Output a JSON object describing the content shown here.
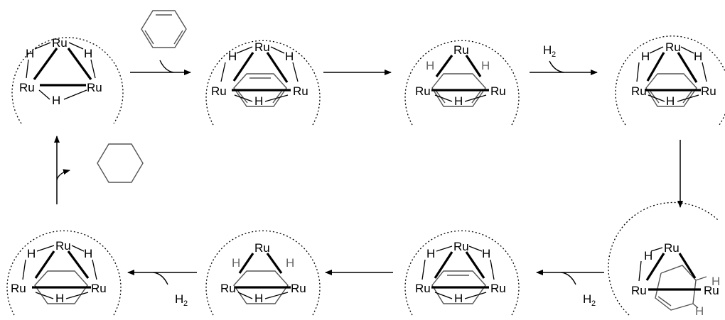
{
  "labels": {
    "ru": "Ru",
    "h": "H",
    "h2_main": "H",
    "h2_sub": "2"
  },
  "reagents": {
    "benzene_in": "benzene",
    "h2_step3": "H2",
    "h2_step5": "H2",
    "h2_step7": "H2",
    "cyclohexane_out": "cyclohexane"
  },
  "colors": {
    "ink": "#000000",
    "ring": "#555555",
    "gray_h": "#666666",
    "dots": "#000000"
  }
}
